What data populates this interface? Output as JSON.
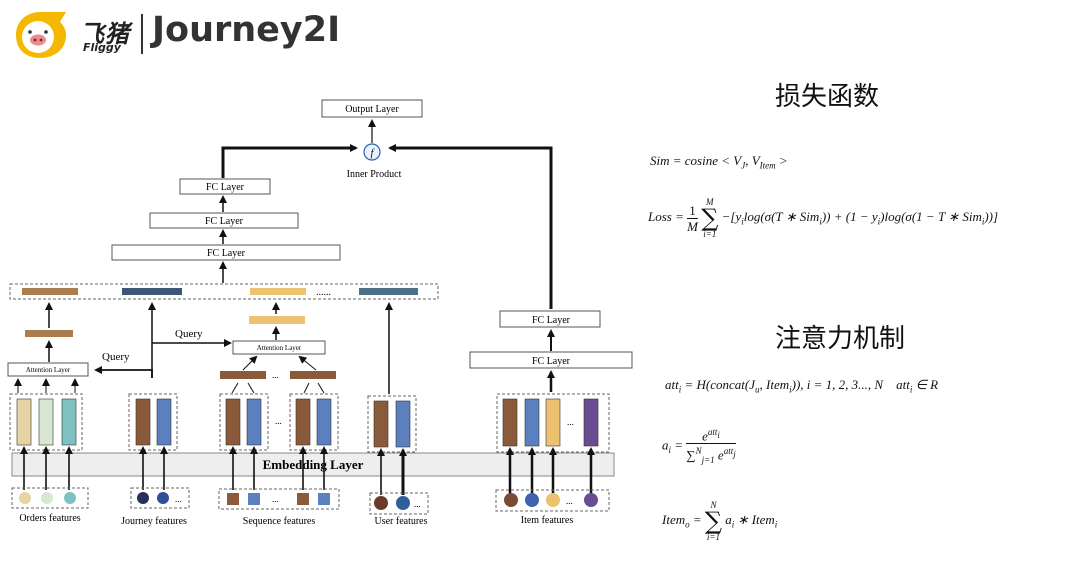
{
  "header": {
    "brand_cn": "飞猪",
    "brand_en": "Fliggy",
    "title": "Journey2I",
    "logo_icon": "pig-logo-icon",
    "accent_color": "#f5b800"
  },
  "diagram": {
    "output_layer": "Output Layer",
    "inner_product": "Inner Product",
    "inner_symbol": "f",
    "fc_layer": "FC Layer",
    "query": "Query",
    "attention_layer": "Attention Layer",
    "embedding_layer": "Embedding Layer",
    "ellipsis": "......",
    "dots": "...",
    "features": {
      "orders": "Orders features",
      "journey": "Journey features",
      "sequence": "Sequence features",
      "user": "User features",
      "item": "Item features"
    }
  },
  "right": {
    "loss_title": "损失函数",
    "attn_title": "注意力机制"
  }
}
